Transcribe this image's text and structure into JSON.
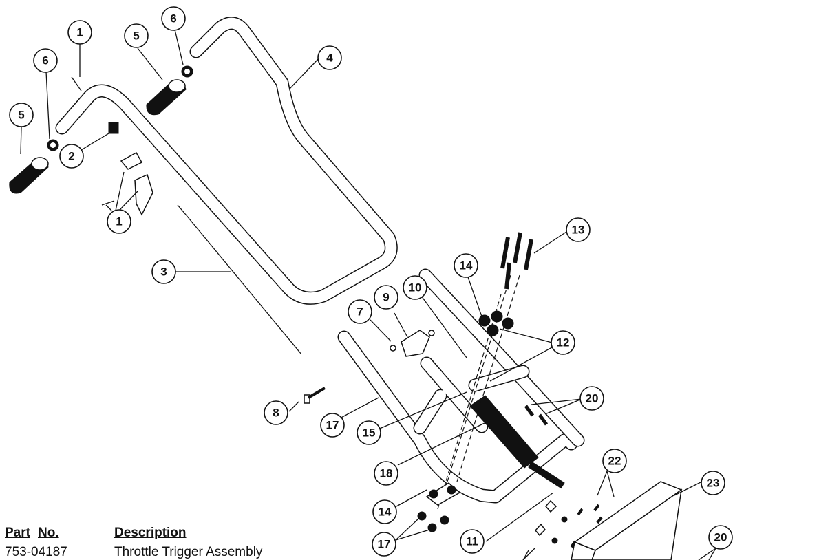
{
  "callouts": [
    "1",
    "1",
    "2",
    "3",
    "4",
    "5",
    "5",
    "6",
    "6",
    "7",
    "8",
    "9",
    "10",
    "11",
    "12",
    "12",
    "13",
    "14",
    "14",
    "15",
    "17",
    "17",
    "18",
    "20",
    "20",
    "22",
    "23"
  ],
  "parts_table": {
    "headers": {
      "part": "Part",
      "no": "No.",
      "description": "Description"
    },
    "rows": [
      {
        "part_no": "753-04187",
        "description": "Throttle Trigger Assembly"
      }
    ]
  }
}
